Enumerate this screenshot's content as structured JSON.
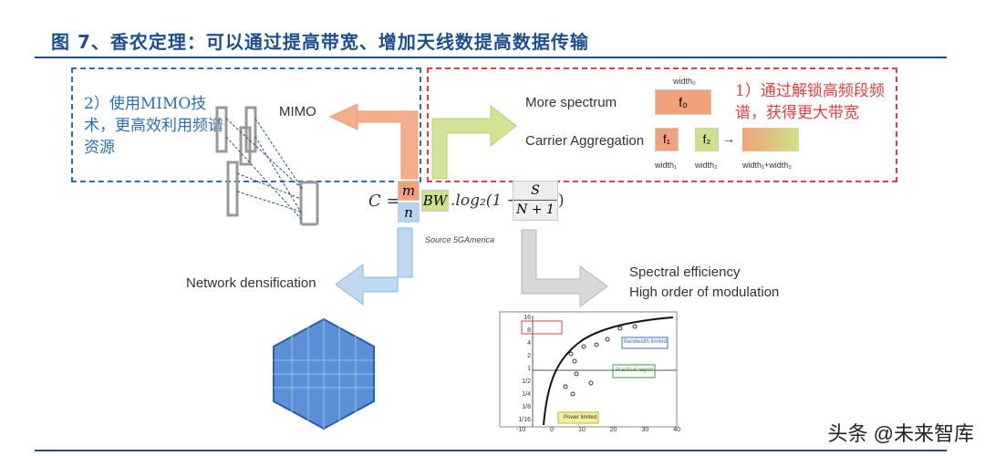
{
  "figure_title": "图 7、香农定理：可以通过提高带宽、增加天线数提高数据传输",
  "notes": {
    "mimo_note": "2）使用MIMO技术，更高效利用频谱资源",
    "spectrum_note": "1）通过解锁高频段频谱，获得更大带宽"
  },
  "labels": {
    "mimo": "MIMO",
    "more_spectrum": "More spectrum",
    "carrier_aggregation": "Carrier Aggregation",
    "network_densification": "Network densification",
    "spectral_efficiency": "Spectral efficiency",
    "high_order_modulation": "High order of modulation",
    "source": "Source 5GAmerica"
  },
  "spectrum_boxes": {
    "width0": "width₀",
    "f0": "f₀",
    "f1": "f₁",
    "f2": "f₂",
    "width1": "width₁",
    "width2": "width₂",
    "width_sum": "width₁+width₂"
  },
  "formula": {
    "lhs": "C =",
    "m": "m",
    "n": "n",
    "bw": "BW",
    "log": ".log₂(1 +",
    "s": "S",
    "n1": "N + 1",
    "close": ")"
  },
  "plot": {
    "y_ticks": [
      "16",
      "8",
      "4",
      "2",
      "1",
      "1/2",
      "1/4",
      "1/8",
      "1/16"
    ],
    "x_ticks": [
      "-10",
      "0",
      "10",
      "20",
      "30",
      "40"
    ],
    "box_power": "Power limited",
    "box_bandwidth": "Bandwidth limited",
    "box_practical": "Practical region"
  },
  "watermark": "头条 @未来智库",
  "colors": {
    "blue": "#2a6fb5",
    "red": "#e04040",
    "orange": "#f2a27a",
    "green": "#cfe08a",
    "lightblue": "#b9d4ee",
    "gray": "#cfcfcf",
    "hex": "#5b8fd6"
  }
}
